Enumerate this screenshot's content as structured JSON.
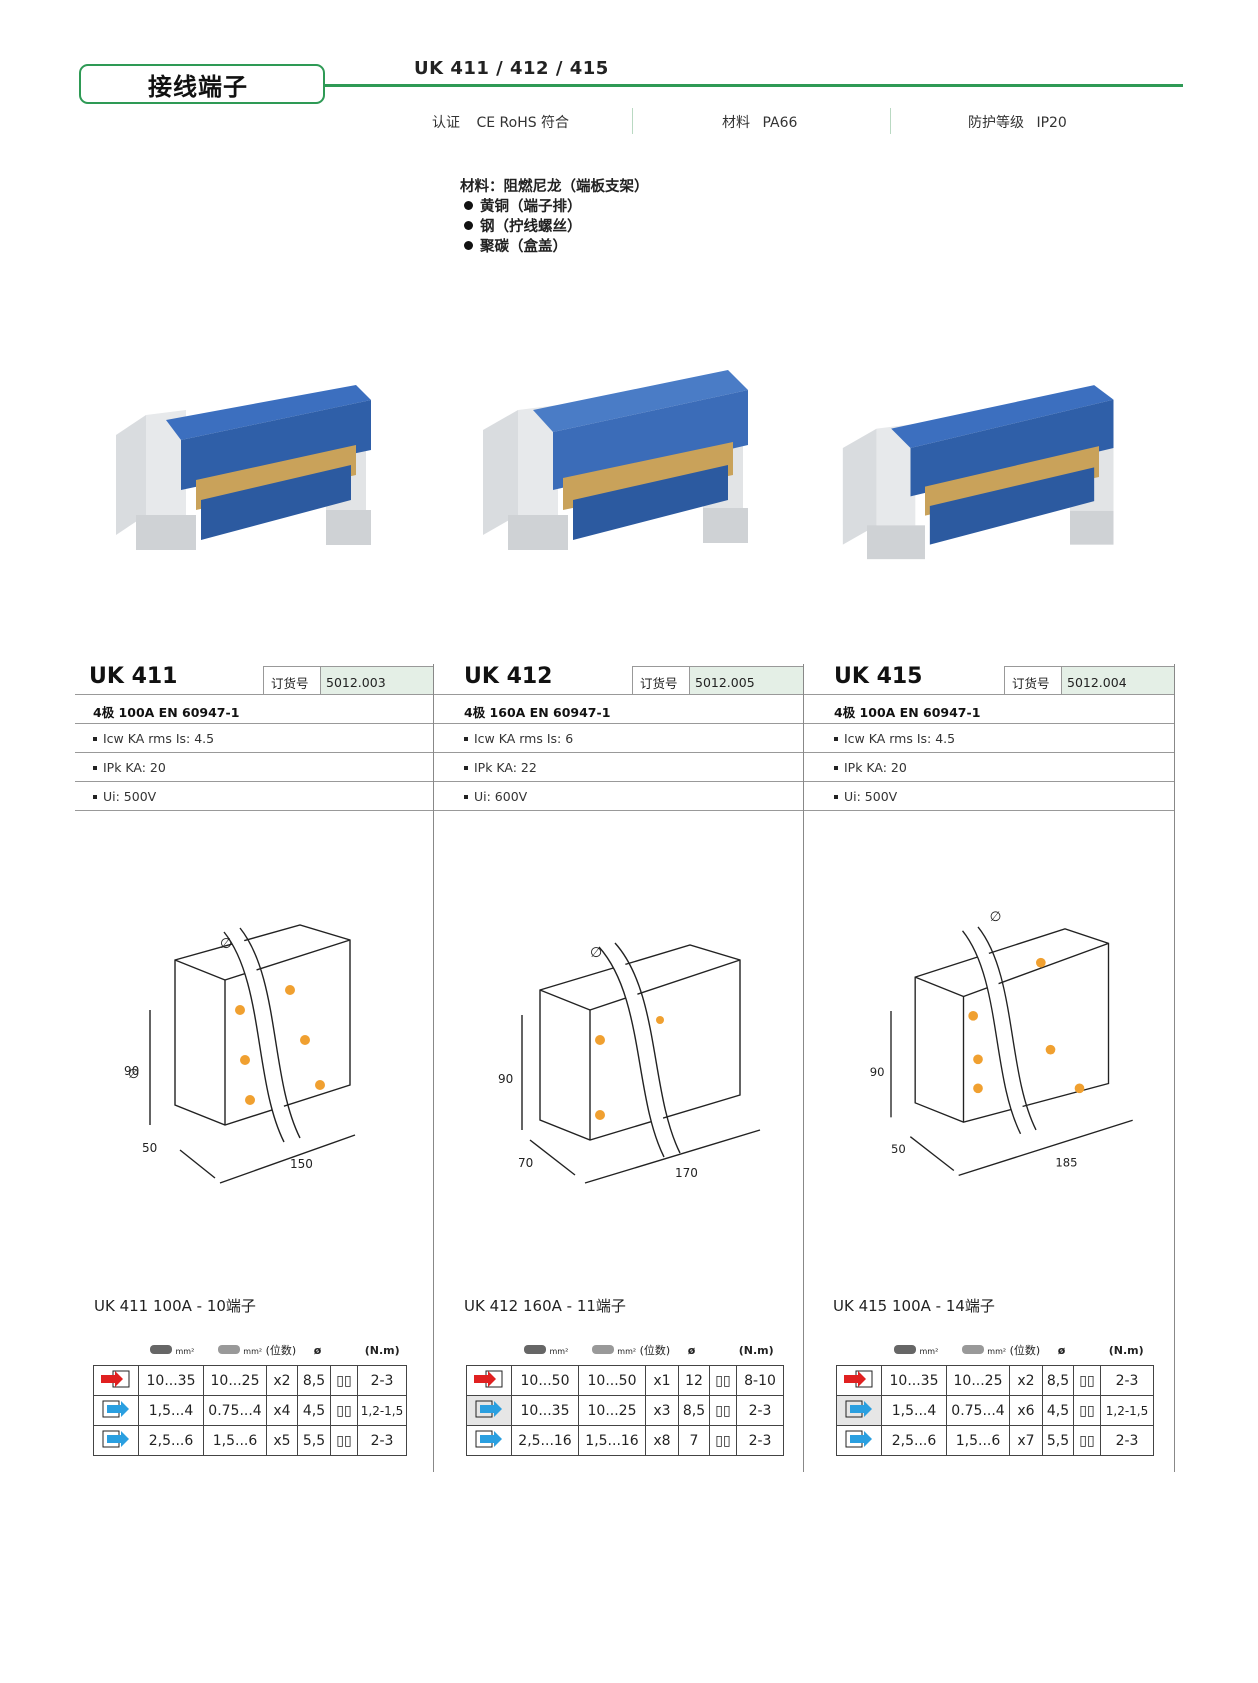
{
  "header": {
    "title": "接线端子",
    "models": "UK 411 / 412 / 415",
    "cert_label": "认证",
    "cert_marks": "CE RoHS 符合",
    "material_label": "材料",
    "material_value": "PA66",
    "protection_label": "防护等级",
    "protection_value": "IP20"
  },
  "materials": {
    "heading": "材料：阻燃尼龙（端板支架）",
    "items": [
      "黄铜（端子排）",
      "钢（拧线螺丝）",
      "聚碳（盒盖）"
    ]
  },
  "order_label": "订货号",
  "products": [
    {
      "model": "UK 411",
      "order_no": "5012.003",
      "spec_line": "4极 100A  EN 60947-1",
      "icw": "Icw KA rms Is: 4.5",
      "ipk": "IPk KA: 20",
      "ui": "Ui: 500V",
      "dims": {
        "height": "90",
        "depth": "50",
        "width": "150"
      },
      "caption": "UK 411 100A - 10端子",
      "rows": [
        {
          "arrow": "red",
          "a": "10...35",
          "b": "10...25",
          "n": "x2",
          "d": "8,5",
          "t": "2-3"
        },
        {
          "arrow": "blue",
          "a": "1,5...4",
          "b": "0.75...4",
          "n": "x4",
          "d": "4,5",
          "t": "1,2-1,5"
        },
        {
          "arrow": "blue",
          "a": "2,5...6",
          "b": "1,5...6",
          "n": "x5",
          "d": "5,5",
          "t": "2-3"
        }
      ]
    },
    {
      "model": "UK 412",
      "order_no": "5012.005",
      "spec_line": "4极 160A  EN 60947-1",
      "icw": "Icw KA rms Is: 6",
      "ipk": "IPk KA: 22",
      "ui": "Ui: 600V",
      "dims": {
        "height": "90",
        "depth": "70",
        "width": "170"
      },
      "caption": "UK 412 160A - 11端子",
      "rows": [
        {
          "arrow": "red",
          "a": "10...50",
          "b": "10...50",
          "n": "x1",
          "d": "12",
          "t": "8-10"
        },
        {
          "arrow": "blue",
          "a": "10...35",
          "b": "10...25",
          "n": "x3",
          "d": "8,5",
          "t": "2-3"
        },
        {
          "arrow": "blue",
          "a": "2,5...16",
          "b": "1,5...16",
          "n": "x8",
          "d": "7",
          "t": "2-3"
        }
      ]
    },
    {
      "model": "UK 415",
      "order_no": "5012.004",
      "spec_line": "4极 100A  EN 60947-1",
      "icw": "Icw KA rms Is: 4.5",
      "ipk": "IPk KA: 20",
      "ui": "Ui: 500V",
      "dims": {
        "height": "90",
        "depth": "50",
        "width": "185"
      },
      "caption": "UK 415 100A - 14端子",
      "rows": [
        {
          "arrow": "red",
          "a": "10...35",
          "b": "10...25",
          "n": "x2",
          "d": "8,5",
          "t": "2-3"
        },
        {
          "arrow": "blue",
          "a": "1,5...4",
          "b": "0.75...4",
          "n": "x6",
          "d": "4,5",
          "t": "1,2-1,5"
        },
        {
          "arrow": "blue",
          "a": "2,5...6",
          "b": "1,5...6",
          "n": "x7",
          "d": "5,5",
          "t": "2-3"
        }
      ]
    }
  ],
  "table_header": {
    "unit_mm2": "mm²",
    "positions": "(位数)",
    "dia": "ø",
    "torque": "(N.m)"
  },
  "colors": {
    "accent": "#2e9a55",
    "arrow_red": "#e02020",
    "arrow_blue": "#2a9fe0",
    "cover": "#2f5fa8"
  }
}
